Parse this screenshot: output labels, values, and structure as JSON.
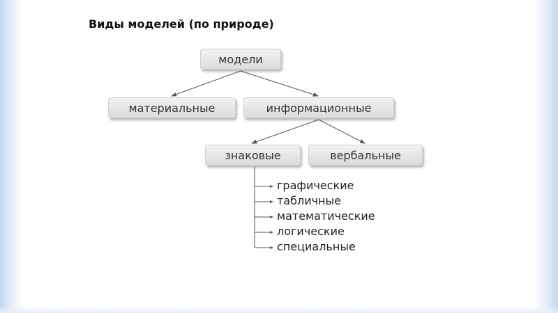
{
  "slide": {
    "title": "Виды моделей (по природе)"
  },
  "tree": {
    "root": "модели",
    "material": "материальные",
    "informational": "информационные",
    "sign": "знаковые",
    "verbal": "вербальные",
    "sign_subtypes": [
      "графические",
      "табличные",
      "математические",
      "логические",
      "специальные"
    ]
  },
  "colors": {
    "node_fill_top": "#f2f2f2",
    "node_fill_bottom": "#dcdcdc",
    "node_text": "#333333",
    "connector": "#555555",
    "side_glow": "#c3d6f2"
  }
}
